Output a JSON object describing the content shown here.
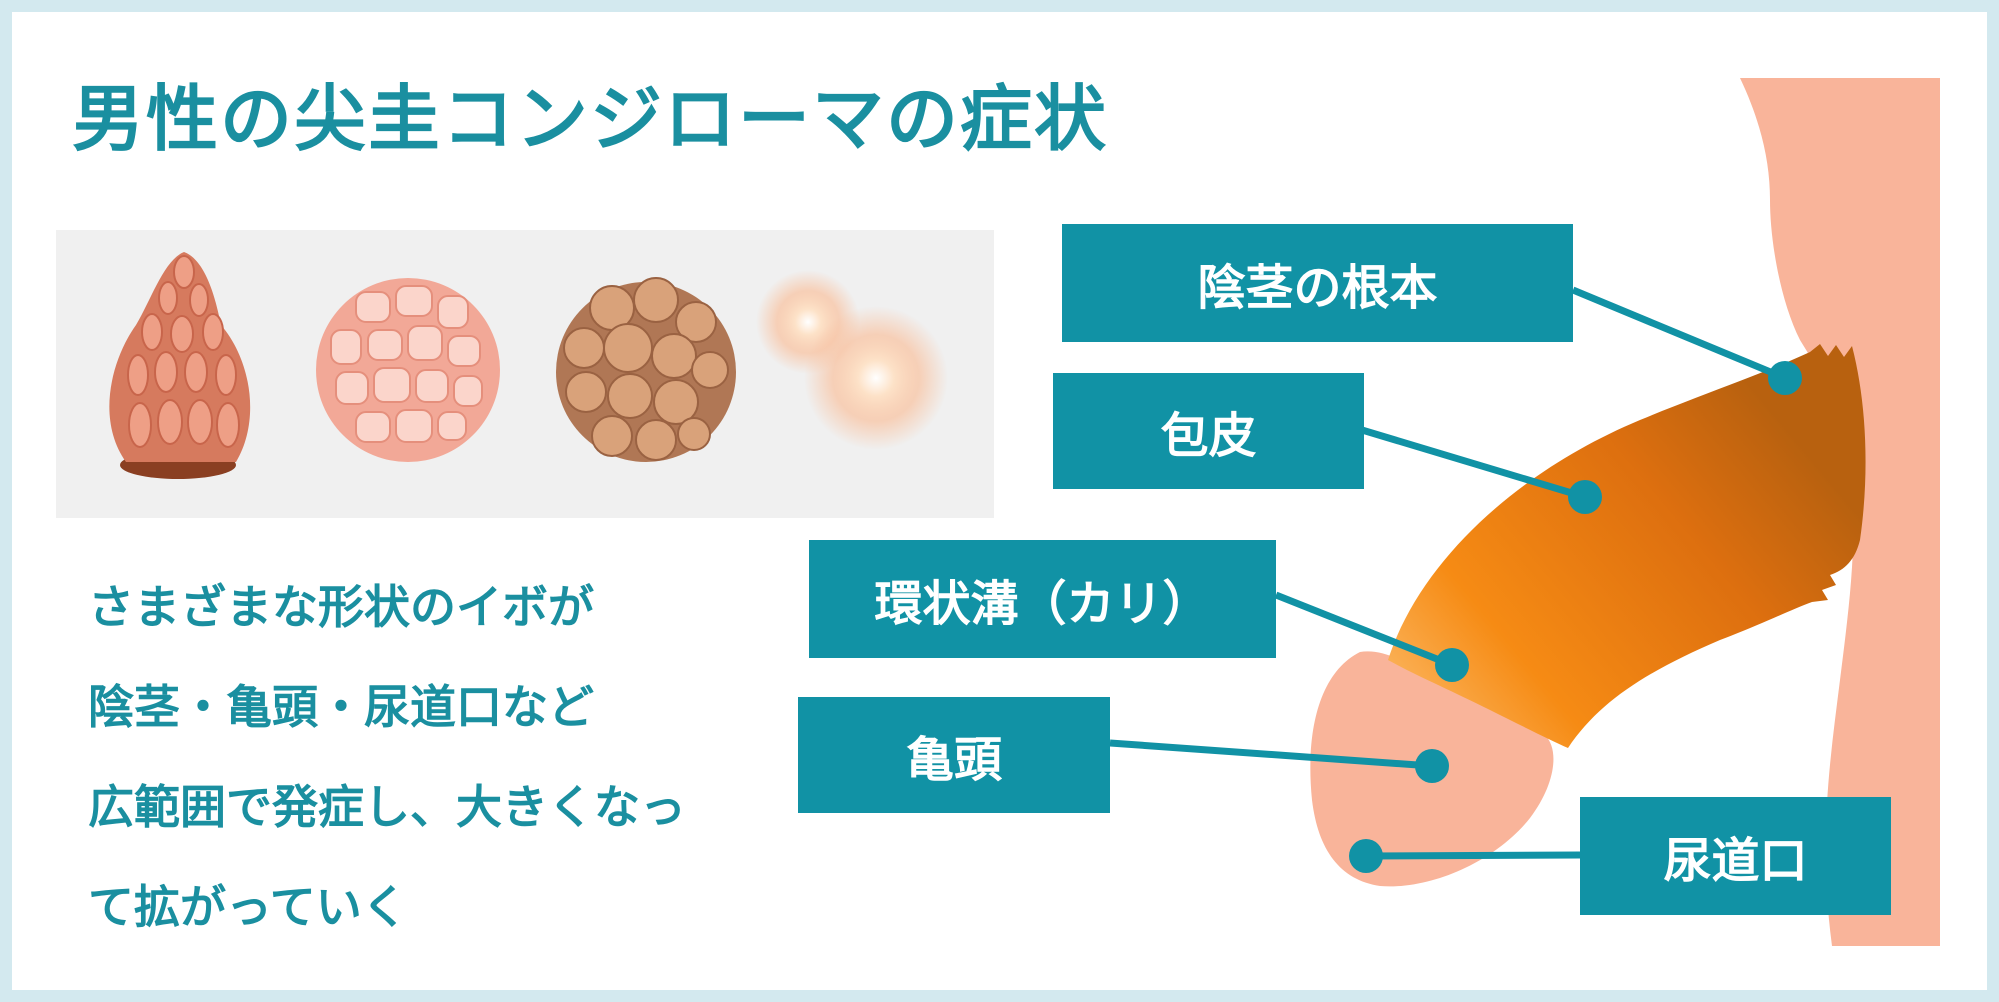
{
  "title": "男性の尖圭コンジローマの症状",
  "description": [
    "さまざまな形状のイボが",
    "陰茎・亀頭・尿道口など",
    "広範囲で発症し、大きくなっ",
    "て拡がっていく"
  ],
  "labels": {
    "root": "陰茎の根本",
    "foreskin": "包皮",
    "coronal_sulcus": "環状溝（カリ）",
    "glans": "亀頭",
    "urethral_opening": "尿道口"
  },
  "colors": {
    "accent": "#1192a5",
    "title_text": "#1a8fa0",
    "skin": "#f9b49a",
    "shaft_dark": "#c56a10",
    "shaft_light": "#f7961e"
  }
}
